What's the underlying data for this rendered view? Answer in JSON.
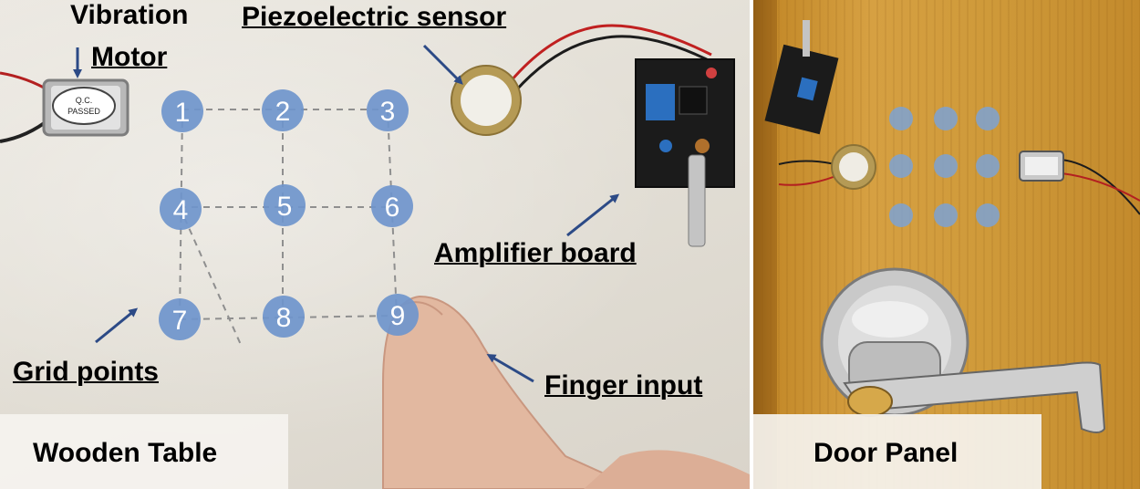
{
  "left_panel": {
    "labels": {
      "vibration_motor_line1": "Vibration",
      "vibration_motor_line2": "Motor",
      "piezo_sensor": "Piezoelectric sensor",
      "amplifier_board": "Amplifier board",
      "grid_points": "Grid points",
      "finger_input": "Finger input"
    },
    "grid_numbers": [
      "1",
      "2",
      "3",
      "4",
      "5",
      "6",
      "7",
      "8",
      "9"
    ],
    "motor_sticker_line1": "Q.C.",
    "motor_sticker_line2": "PASSED",
    "caption": "Wooden Table"
  },
  "right_panel": {
    "caption": "Door Panel"
  },
  "colors": {
    "grid_point": "#6f95cc",
    "arrow": "#2c4a86",
    "wood": "#cf9a3a"
  }
}
